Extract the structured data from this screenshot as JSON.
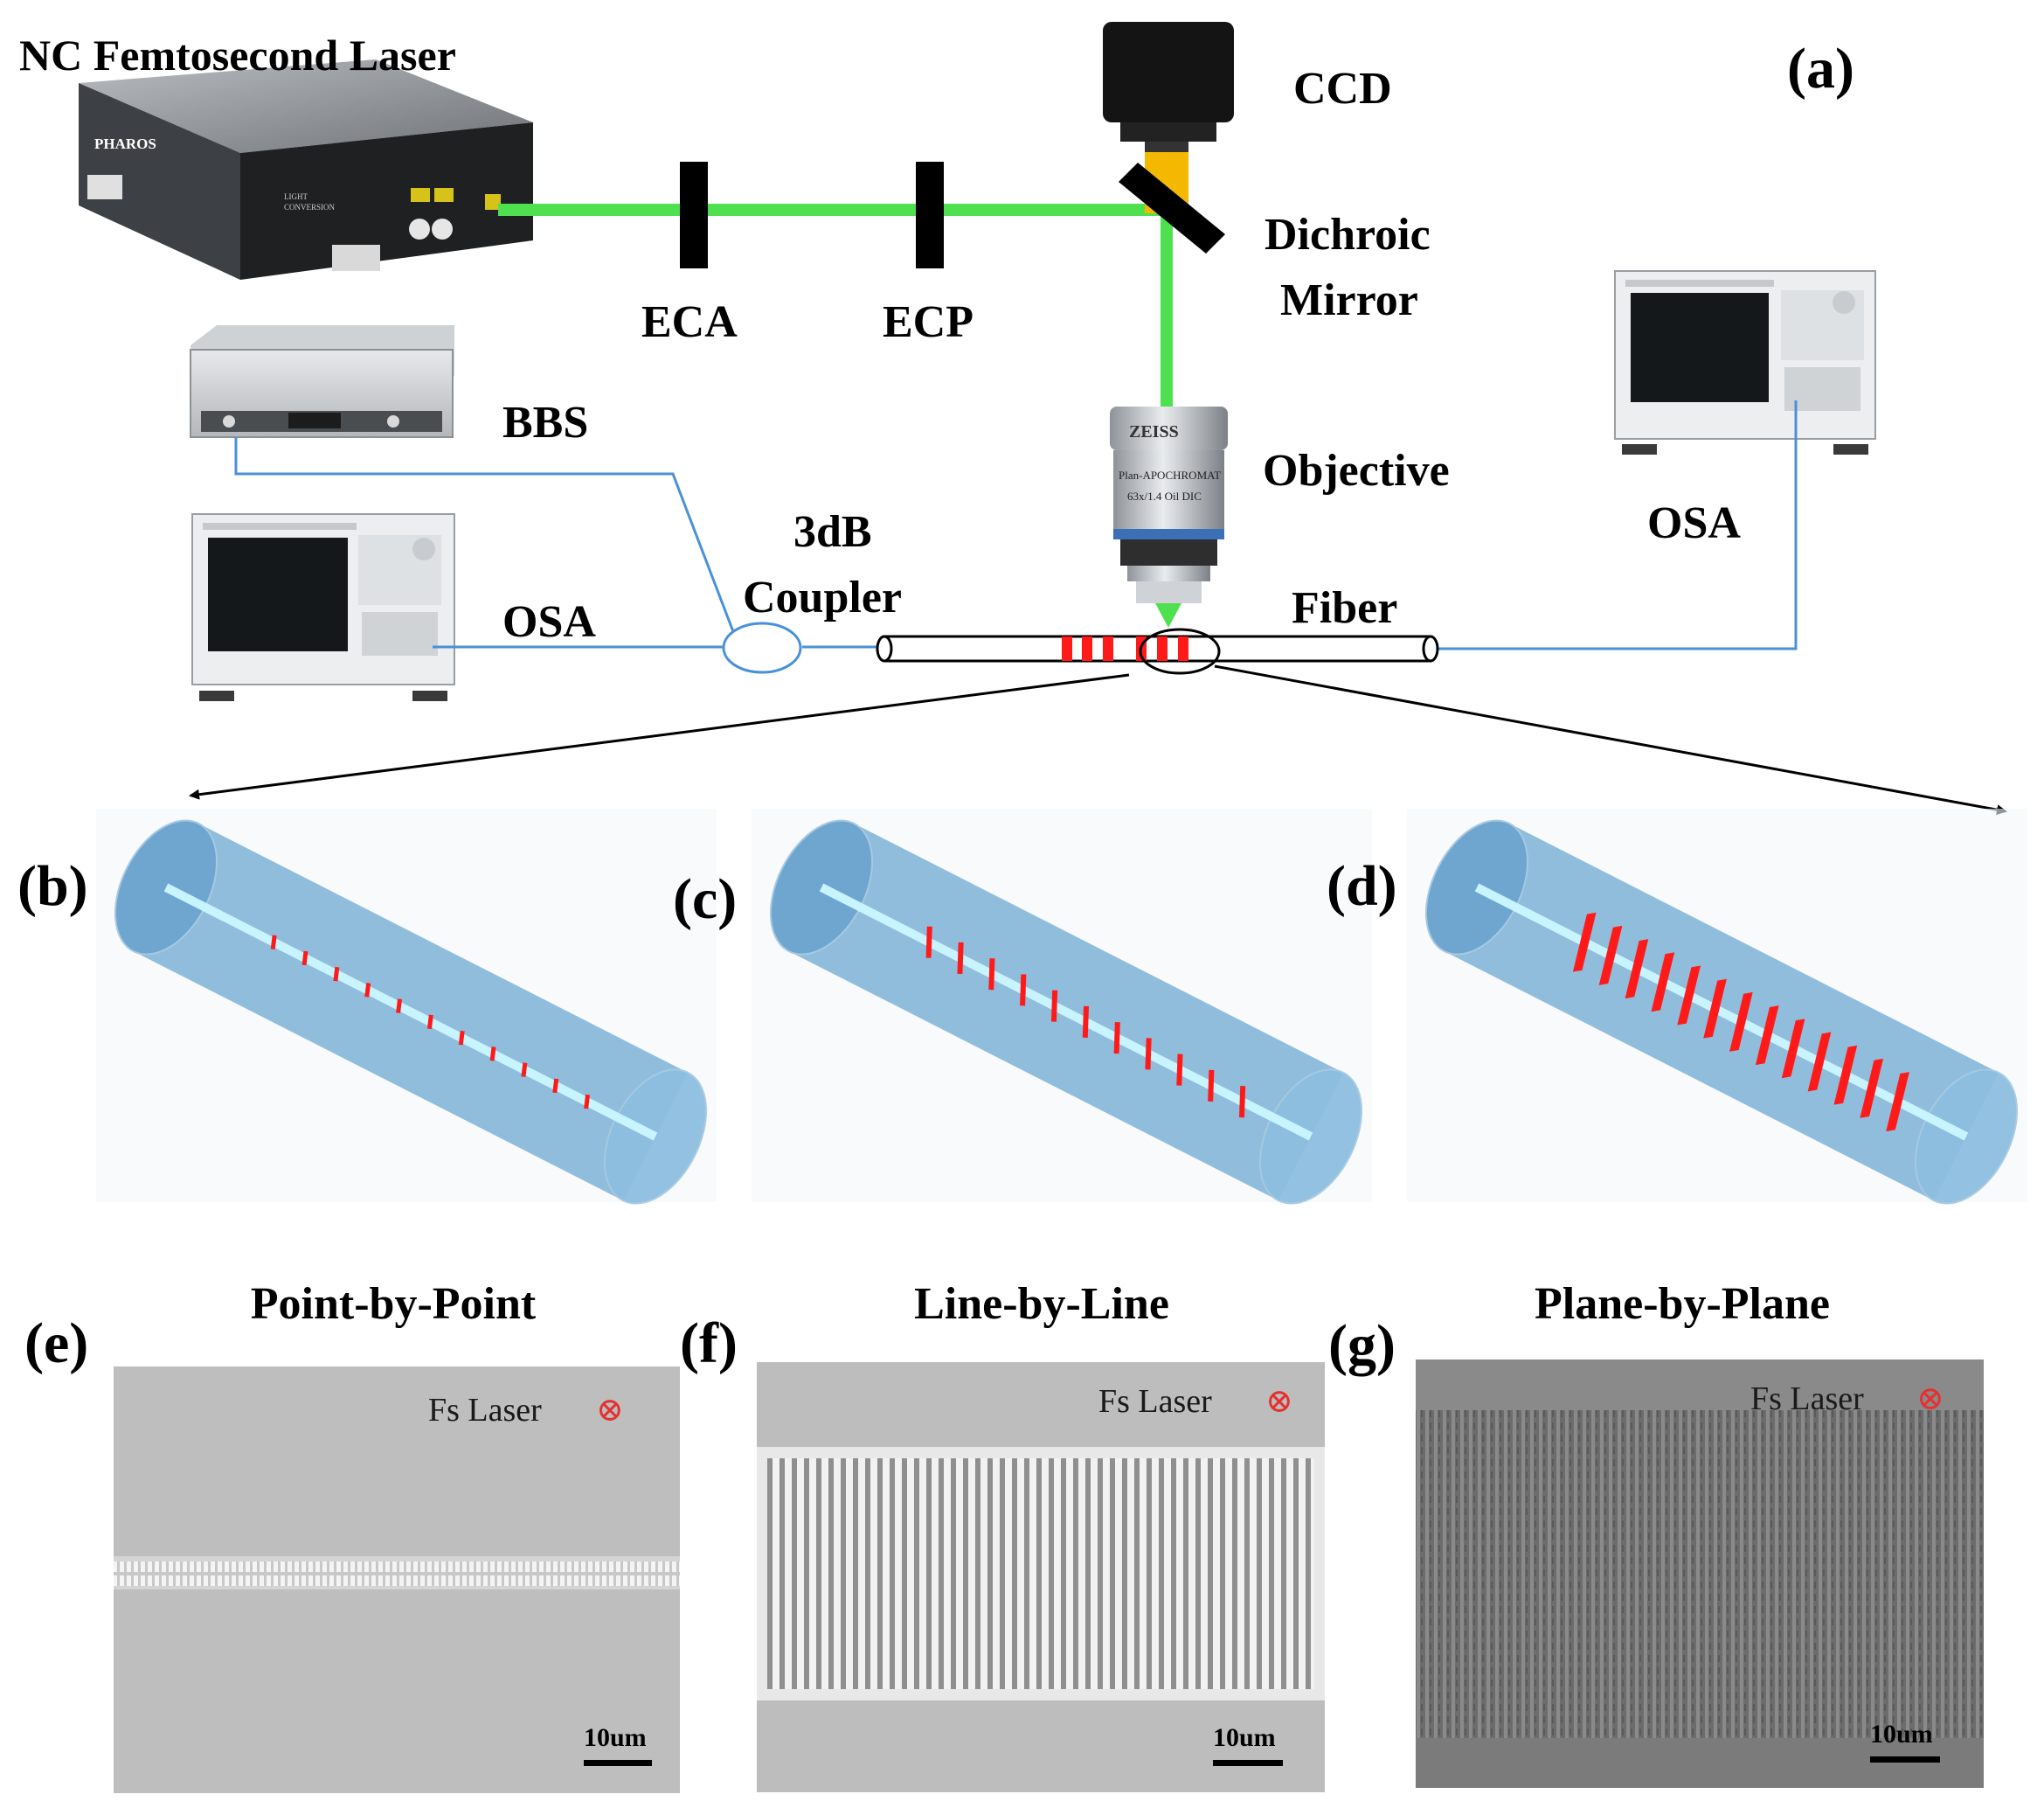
{
  "panels": {
    "a": "(a)",
    "b": "(b)",
    "c": "(c)",
    "d": "(d)",
    "e": "(e)",
    "f": "(f)",
    "g": "(g)"
  },
  "setup": {
    "laser": "NC Femtosecond Laser",
    "laser_brand": "PHAROS",
    "laser_maker_line1": "LIGHT",
    "laser_maker_line2": "CONVERSION",
    "eca": "ECA",
    "ecp": "ECP",
    "ccd": "CCD",
    "dichroic_line1": "Dichroic",
    "dichroic_line2": "Mirror",
    "objective": "Objective",
    "objective_brand": "ZEISS",
    "objective_line1": "Plan-APOCHROMAT",
    "objective_line2": "63x/1.4 Oil DIC",
    "bbs": "BBS",
    "osa_left": "OSA",
    "osa_right": "OSA",
    "coupler_line1": "3dB",
    "coupler_line2": "Coupler",
    "fiber": "Fiber"
  },
  "micrographs": {
    "e": {
      "title": "Point-by-Point",
      "laser_label": "Fs Laser",
      "scale": "10um",
      "laser_symbol": "⊗"
    },
    "f": {
      "title": "Line-by-Line",
      "laser_label": "Fs Laser",
      "scale": "10um",
      "laser_symbol": "⊗"
    },
    "g": {
      "title": "Plane-by-Plane",
      "laser_label": "Fs Laser",
      "scale": "10um",
      "laser_symbol": "⊗"
    }
  },
  "colors": {
    "beam": "#4ee04e",
    "fiber_light": "#4a90d9",
    "grating": "#ff1a1a",
    "cladding": "#7fb2d6",
    "core": "#c8f4ff",
    "ccd_light": "#f5b800"
  }
}
